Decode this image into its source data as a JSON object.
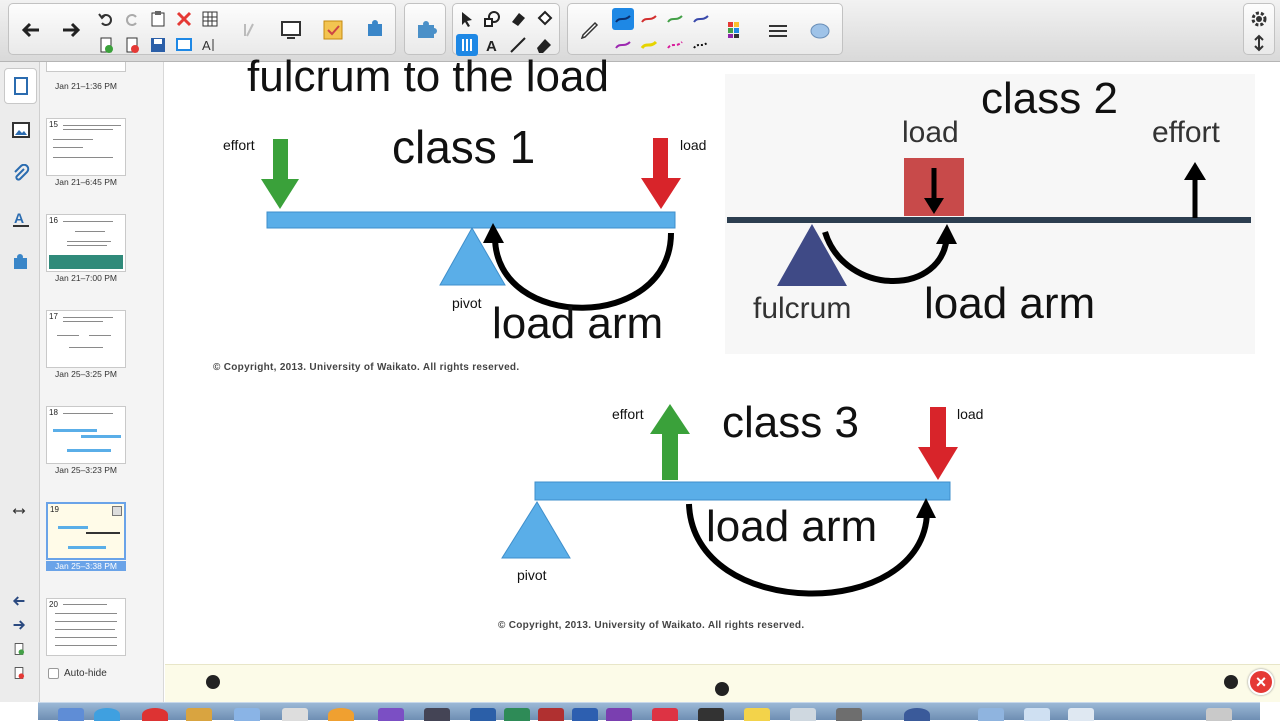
{
  "toolbar": {
    "buttons": [
      "back",
      "forward",
      "undo",
      "redo",
      "paste",
      "delete",
      "table",
      "clear-ink",
      "screen-capture",
      "properties",
      "add-on",
      "add-on-2",
      "select",
      "shapes",
      "eraser-fill",
      "magic-pen",
      "pens",
      "text",
      "lines",
      "eraser",
      "pen",
      "color-palette",
      "line-style",
      "fill",
      "settings",
      "move-toolbar"
    ]
  },
  "sorter": {
    "items": [
      {
        "num": "",
        "label": "Jan 21–1:36 PM"
      },
      {
        "num": "15",
        "label": "Jan 21–6:45 PM"
      },
      {
        "num": "16",
        "label": "Jan 21–7:00 PM"
      },
      {
        "num": "17",
        "label": "Jan 25–3:25 PM"
      },
      {
        "num": "18",
        "label": "Jan 25–3:23 PM"
      },
      {
        "num": "19",
        "label": "Jan 25–3:38 PM"
      },
      {
        "num": "20",
        "label": ""
      }
    ],
    "autohide_label": "Auto-hide"
  },
  "canvas": {
    "heading": "fulcrum to the load",
    "class1": {
      "title": "class 1",
      "effort": "effort",
      "load": "load",
      "pivot": "pivot",
      "arm": "load arm"
    },
    "copyright": "© Copyright, 2013. University of Waikato. All rights reserved.",
    "class2": {
      "title": "class 2",
      "load": "load",
      "effort": "effort",
      "fulcrum": "fulcrum",
      "arm": "load arm"
    },
    "class3": {
      "title": "class 3",
      "effort": "effort",
      "load": "load",
      "pivot": "pivot",
      "arm": "load arm"
    },
    "copyright2": "© Copyright, 2013. University of Waikato. All rights reserved."
  },
  "colors": {
    "beam": "#5aaee8",
    "green": "#3aa13a",
    "red": "#d8242a",
    "pen_active": "#1e88e5",
    "close": "#e53935"
  },
  "close_label": "×"
}
